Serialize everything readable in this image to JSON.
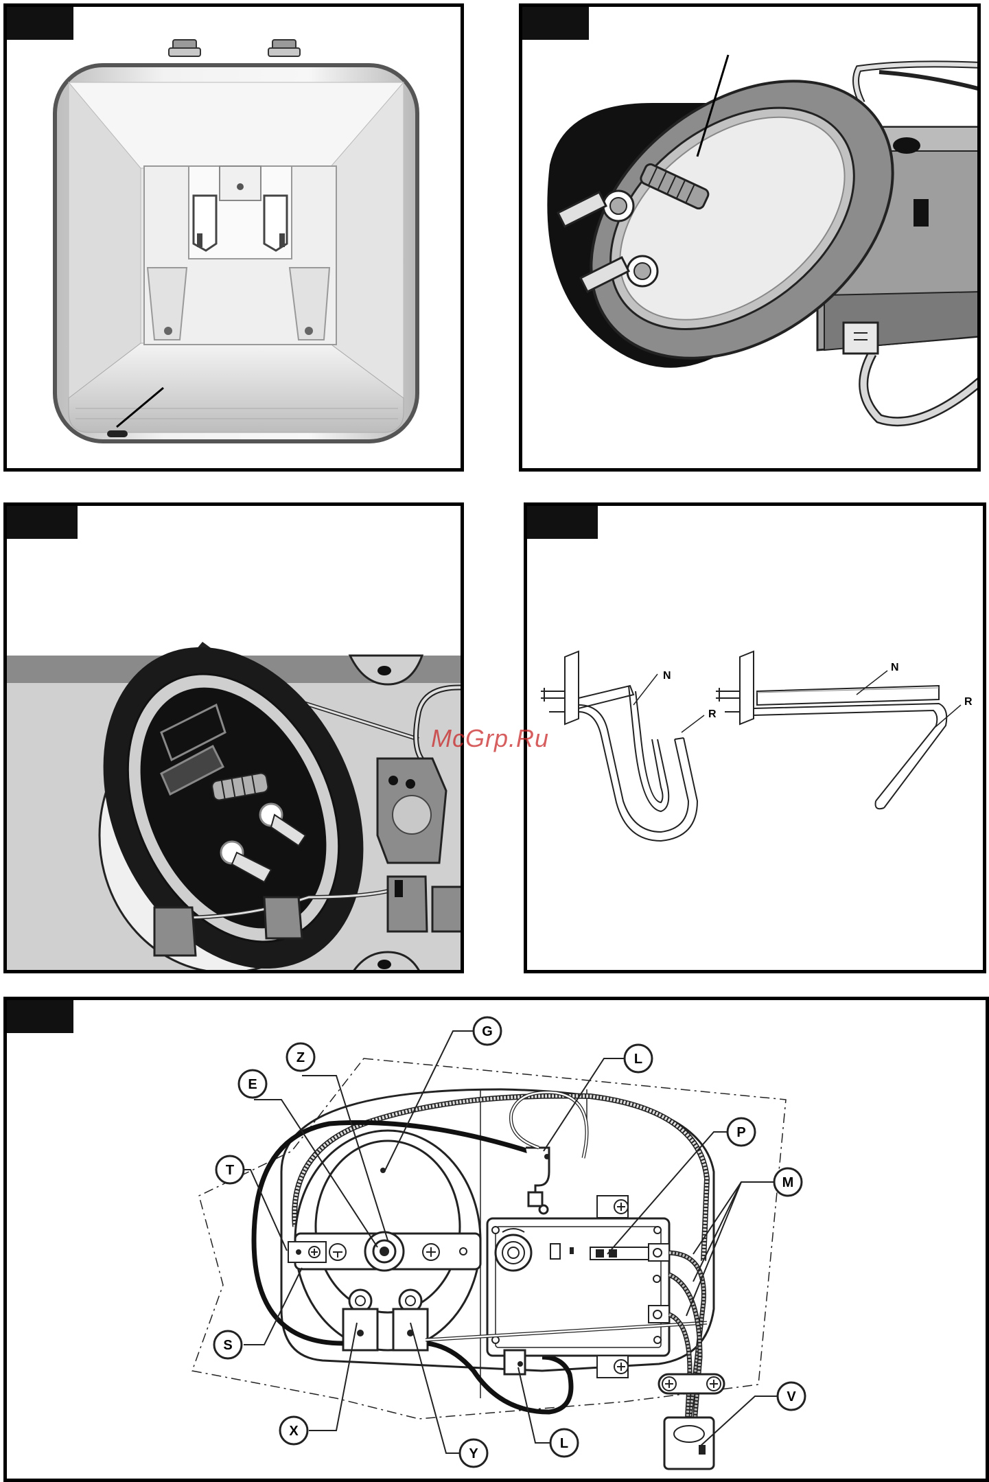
{
  "watermark": "McGrp.Ru",
  "panel4": {
    "left_labels": {
      "n": "N",
      "r": "R"
    },
    "right_labels": {
      "n": "N",
      "r": "R"
    }
  },
  "panel5": {
    "callouts": {
      "g": "G",
      "z": "Z",
      "e": "E",
      "l_top": "L",
      "p": "P",
      "m": "M",
      "t": "T",
      "s": "S",
      "x": "X",
      "y": "Y",
      "l_bottom": "L",
      "v": "V"
    }
  }
}
